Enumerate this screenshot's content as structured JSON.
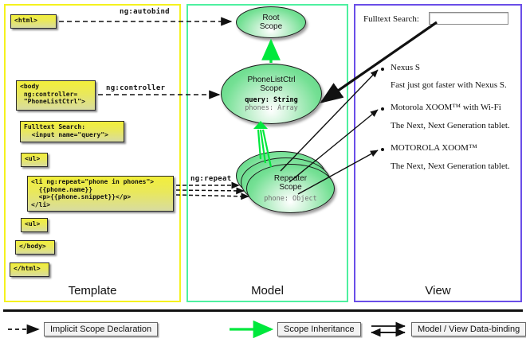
{
  "diagram": {
    "title": "AngularJS Scope Template / Model / View diagram",
    "columns": [
      {
        "key": "template",
        "label": "Template",
        "color": "#f5f21e"
      },
      {
        "key": "model",
        "label": "Model",
        "color": "#4ef0a0"
      },
      {
        "key": "view",
        "label": "View",
        "color": "#6a4ee8"
      }
    ]
  },
  "template": {
    "boxes": [
      {
        "name": "html-open",
        "text": "<html>"
      },
      {
        "name": "body-open",
        "text": "<body\n ng:controller=\n \"PhoneListCtrl\">"
      },
      {
        "name": "search-markup",
        "text": "Fulltext Search:\n  <input name=\"query\">"
      },
      {
        "name": "ul-open",
        "text": "<ul>"
      },
      {
        "name": "li-repeat",
        "text": "<li ng:repeat=\"phone in phones\">\n  {{phone.name}}\n  <p>{{phone.snippet}}</p>\n</li>"
      },
      {
        "name": "ul-close",
        "text": "<ul>"
      },
      {
        "name": "body-close",
        "text": "</body>"
      },
      {
        "name": "html-close",
        "text": "</html>"
      }
    ]
  },
  "model": {
    "scopes": [
      {
        "name": "root-scope",
        "title": "Root\nScope",
        "props": []
      },
      {
        "name": "phonelistctrl-scope",
        "title": "PhoneListCtrl\nScope",
        "props": [
          {
            "text": "query: String",
            "style": "bold"
          },
          {
            "text": "phones: Array",
            "style": "gray"
          }
        ]
      },
      {
        "name": "repeater-scope",
        "title": "Repeater\nScope",
        "props": [
          {
            "text": "phone: Object",
            "style": "gray"
          }
        ]
      }
    ]
  },
  "view": {
    "search_label": "Fulltext Search:",
    "search_value": "",
    "search_placeholder": "",
    "items": [
      {
        "name": "Nexus S",
        "snippet": "Fast just got faster with Nexus S."
      },
      {
        "name": "Motorola XOOM™  with Wi-Fi",
        "snippet": "The Next, Next Generation tablet."
      },
      {
        "name": "MOTOROLA XOOM™",
        "snippet": "The Next, Next Generation tablet."
      }
    ]
  },
  "edges": {
    "labels": [
      {
        "name": "ng-autobind",
        "text": "ng:autobind"
      },
      {
        "name": "ng-controller",
        "text": "ng:controller"
      },
      {
        "name": "ng-repeat",
        "text": "ng:repeat"
      }
    ]
  },
  "legend": {
    "items": [
      {
        "name": "implicit-scope-declaration",
        "label": "Implicit Scope Declaration",
        "arrow": "dashed-black"
      },
      {
        "name": "scope-inheritance",
        "label": "Scope Inheritance",
        "arrow": "solid-green"
      },
      {
        "name": "model-view-data-binding",
        "label": "Model / View Data-binding",
        "arrow": "double-black"
      }
    ]
  },
  "colors": {
    "template_border": "#f5f21e",
    "model_border": "#4ef0a0",
    "view_border": "#6a4ee8",
    "code_fill": "#eded4a",
    "scope_fill": "#74e094",
    "inherit_arrow": "#00e83c"
  }
}
